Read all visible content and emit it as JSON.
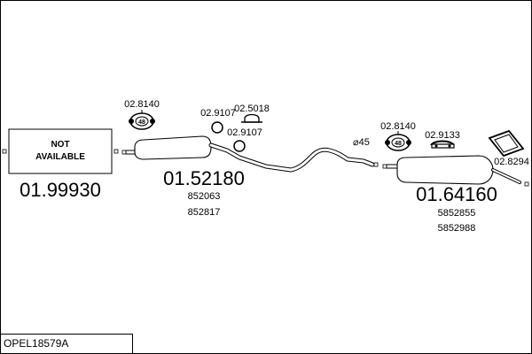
{
  "diagram": {
    "not_available_line1": "NOT",
    "not_available_line2": "AVAILABLE",
    "parts": [
      {
        "number": "01.99930"
      },
      {
        "number": "01.52180",
        "refs": [
          "852063",
          "852817"
        ]
      },
      {
        "number": "01.64160",
        "refs": [
          "5852855",
          "5852988"
        ]
      }
    ],
    "accessories": {
      "front_ring_code": "02.8140",
      "front_ring_size": "48",
      "clamp_a": "02.9107",
      "clamp_b": "02.5018",
      "clamp_c": "02.9107",
      "diameter_note": "⌀45",
      "rear_ring_code": "02.8140",
      "rear_ring_size": "48",
      "mount_code": "02.9133",
      "hanger_code": "02.8294"
    },
    "model_code": "OPEL18579A"
  },
  "colors": {
    "line": "#000000",
    "background": "#ffffff"
  }
}
